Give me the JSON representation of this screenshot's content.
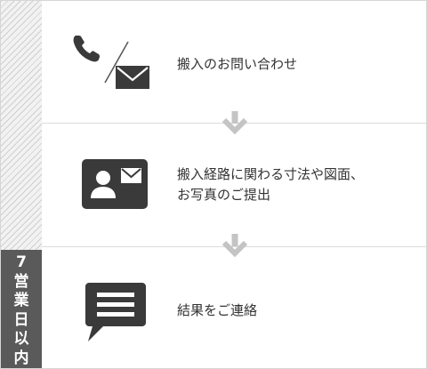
{
  "side_label": {
    "chars": [
      "7",
      "営",
      "業",
      "日",
      "以",
      "内"
    ]
  },
  "steps": [
    {
      "icon": "phone-mail-icon",
      "label_lines": [
        "搬入のお問い合わせ"
      ]
    },
    {
      "icon": "contact-card-icon",
      "label_lines": [
        "搬入経路に関わる寸法や図面、",
        "お写真のご提出"
      ]
    },
    {
      "icon": "chat-bubble-icon",
      "label_lines": [
        "結果をご連絡"
      ]
    }
  ],
  "colors": {
    "icon": "#3a3a3a",
    "arrow": "#c4c4c4",
    "badge_bg": "#5a5a5a",
    "text": "#333333"
  }
}
